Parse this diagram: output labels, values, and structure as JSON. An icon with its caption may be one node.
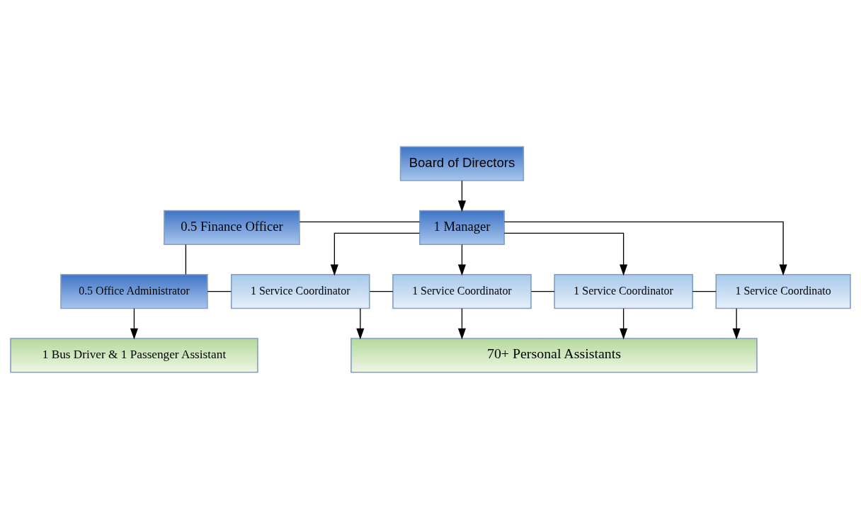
{
  "diagram": {
    "nodes": [
      {
        "text": [
          "Board of Directors"
        ]
      },
      {
        "text": [
          "0.5 Finance Officer"
        ]
      },
      {
        "text": [
          "1 Manager"
        ]
      },
      {
        "text": [
          "0.5 Office Administrator"
        ]
      },
      {
        "text": [
          "1 Service Coordinator"
        ]
      },
      {
        "text": [
          "1 Service Coordinator"
        ]
      },
      {
        "text": [
          "1 Service Coordinator"
        ]
      },
      {
        "text": [
          "1 Service Coordinato"
        ]
      },
      {
        "text": [
          "70+ Personal Assistants"
        ]
      },
      {
        "text": [
          "1 Bus Driver & 1 Passenger Assistant"
        ]
      }
    ],
    "edges": [
      {
        "from": 0,
        "to": 2,
        "arrow": "to"
      },
      {
        "from": 1,
        "to": 2,
        "arrow": "none"
      },
      {
        "from": 2,
        "to": 4,
        "arrow": "to"
      },
      {
        "from": 2,
        "to": 5,
        "arrow": "to"
      },
      {
        "from": 2,
        "to": 6,
        "arrow": "to"
      },
      {
        "from": 2,
        "to": 7,
        "arrow": "to"
      },
      {
        "from": 1,
        "to": 3,
        "arrow": "none"
      },
      {
        "from": 3,
        "to": 4,
        "arrow": "none"
      },
      {
        "from": 4,
        "to": 5,
        "arrow": "none"
      },
      {
        "from": 5,
        "to": 6,
        "arrow": "none"
      },
      {
        "from": 6,
        "to": 7,
        "arrow": "none"
      },
      {
        "from": 4,
        "to": 8,
        "arrow": "to"
      },
      {
        "from": 5,
        "to": 8,
        "arrow": "to"
      },
      {
        "from": 6,
        "to": 8,
        "arrow": "to"
      },
      {
        "from": 7,
        "to": 8,
        "arrow": "to"
      },
      {
        "from": 3,
        "to": 9,
        "arrow": "to"
      }
    ]
  }
}
